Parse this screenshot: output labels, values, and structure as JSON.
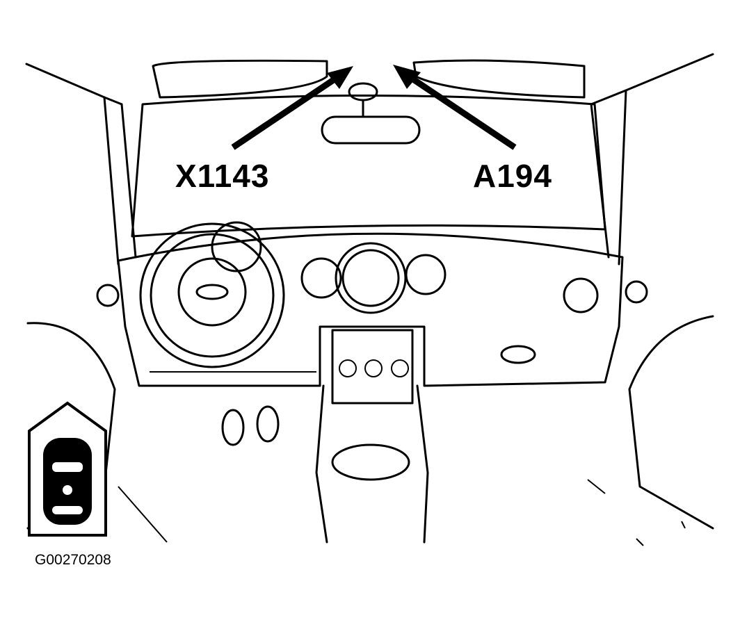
{
  "callouts": {
    "left": "X1143",
    "right": "A194"
  },
  "figure_code": "G00270208"
}
